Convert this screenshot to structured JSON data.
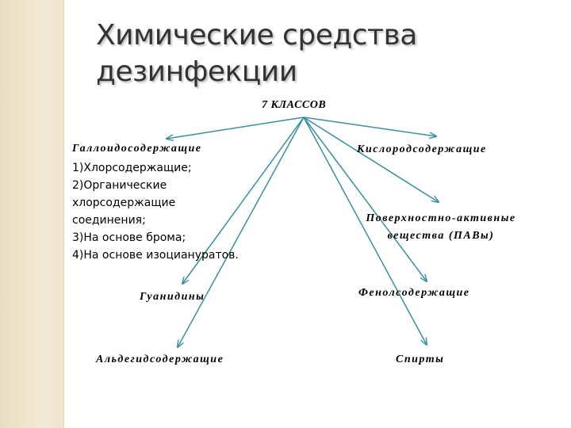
{
  "title": {
    "line1": "Химические средства",
    "line2": "дезинфекции"
  },
  "diagram": {
    "root": "7 КЛАССОВ",
    "branches": {
      "halogen": {
        "label": "Галлоидосодержащие",
        "items": [
          "1)Хлорсодержащие;",
          "2)Органические",
          "хлорсодержащие",
          "соединения;",
          "3)На основе брома;",
          "4)На основе изоциануратов."
        ]
      },
      "oxygen": "Кислородсодержащие",
      "surfactant_line1": "Поверхностно-активные",
      "surfactant_line2": "вещества (ПАВы)",
      "guanidine": "Гуанидины",
      "phenol": "Фенолсодержащие",
      "aldehyde": "Альдегидсодержащие",
      "alcohol": "Спирты"
    }
  },
  "colors": {
    "arrow": "#3a8f9e",
    "title": "#333333",
    "side_strip": "#efe4cb"
  }
}
